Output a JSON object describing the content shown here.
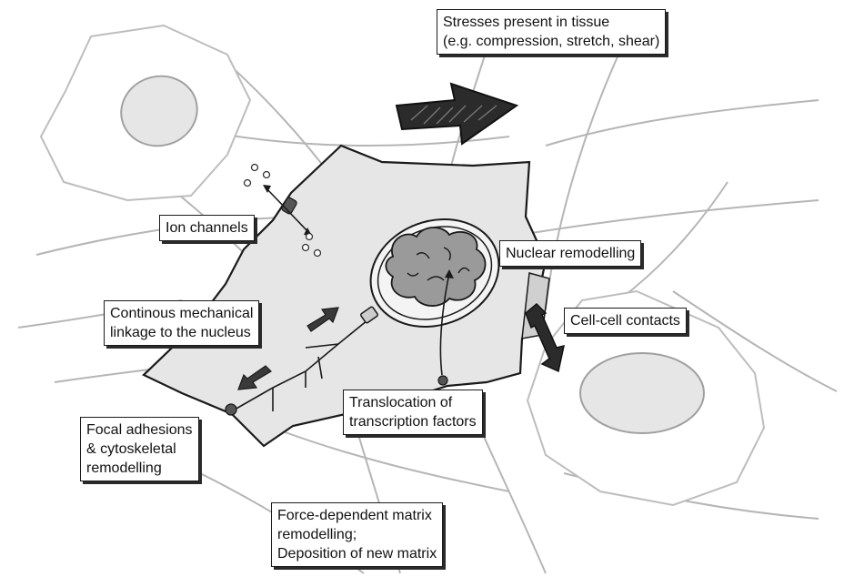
{
  "labels": {
    "stresses": [
      "Stresses present in tissue",
      "(e.g. compression, stretch, shear)"
    ],
    "ion_channels": [
      "Ion channels"
    ],
    "nuclear_remodelling": [
      "Nuclear remodelling"
    ],
    "cell_cell_contacts": [
      "Cell-cell contacts"
    ],
    "mechanical_linkage": [
      "Continous mechanical",
      "linkage to the nucleus"
    ],
    "focal_adhesions": [
      "Focal adhesions",
      "& cytoskeletal",
      "remodelling"
    ],
    "translocation": [
      "Translocation of",
      "transcription factors"
    ],
    "matrix_remodelling": [
      "Force-dependent matrix",
      "remodelling;",
      "Deposition of new matrix"
    ]
  },
  "colors": {
    "cell_fill": "#e6e6e6",
    "nucleus_fill": "#9a9a9a",
    "outline": "#1a1a1a",
    "fiber": "#b5b5b5",
    "arrow": "#2b2b2b"
  }
}
